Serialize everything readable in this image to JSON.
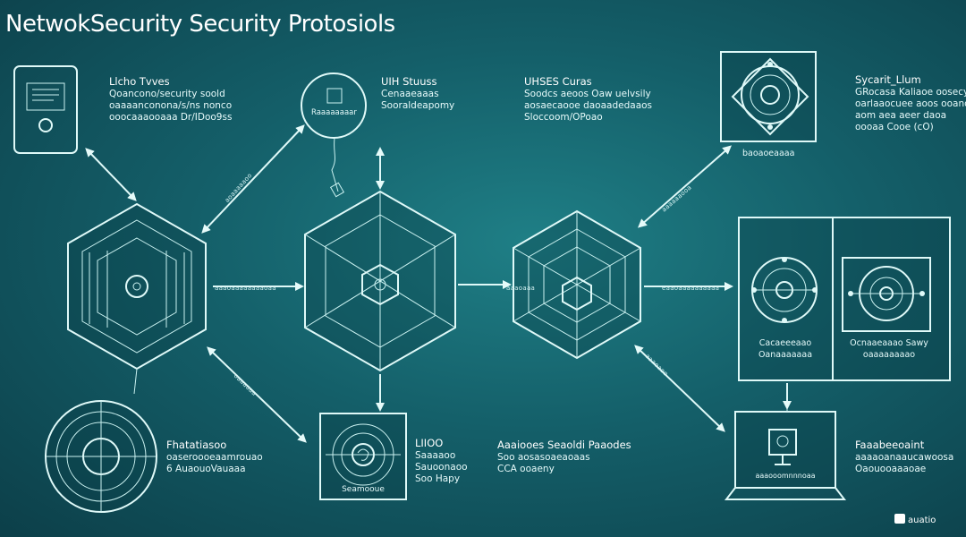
{
  "title": "NetwokSecurity Security Protosiols",
  "colors": {
    "background": "#145f69",
    "stroke": "#dff9f8",
    "text": "#e6fafa"
  },
  "blocks": [
    {
      "id": "top-left",
      "heading": "Llcho Tvves",
      "lines": [
        "Qoancono/security soold",
        "oaaaanconona/s/ns nonco",
        "ooocaaaooaaa Dr/IDoo9ss"
      ]
    },
    {
      "id": "top-center",
      "heading": "UIH Stuuss",
      "lines": [
        "Cenaaeaaas",
        "Sooraldeapomy"
      ]
    },
    {
      "id": "top-right",
      "heading": "UHSES Curas",
      "lines": [
        "Soodcs aeoos Oaw uelvsily",
        "aosaecaooe daoaadedaaos",
        "Sloccoom/OPoao"
      ]
    },
    {
      "id": "far-right",
      "heading": "Sycarit_Llum",
      "lines": [
        "GRocasa Kaliaoe oosecy",
        "oarlaaocuee aoos ooanodo",
        "aom aea aeer daoa",
        "oooaa Cooe (cO)"
      ]
    },
    {
      "id": "bottom-left",
      "heading": "Fhatatiasoo",
      "lines": [
        "oaseroooeaamrouao",
        "6 AuaouoVauaaa"
      ]
    },
    {
      "id": "bottom-center",
      "heading": "LIIOO",
      "lines": [
        "Saaaaoo",
        "Sauoonaoo",
        "Soo Hapy"
      ]
    },
    {
      "id": "bottom-center-right",
      "heading": "Aaaiooes Seaoldi Paaodes",
      "lines": [
        "Soo aosasoaeaoaas",
        "CCA ooaeny"
      ]
    },
    {
      "id": "bottom-right",
      "heading": "Faaabeeoaint",
      "lines": [
        "aaaaoanaaucawoosa",
        "Oaouooaaaoae"
      ]
    }
  ],
  "labels": {
    "bubble": "Raaaaaaaar",
    "top_right_panel": "baoaoeaaaa",
    "split_left": [
      "Cacaeeeaao",
      "Oanaaaaaaa"
    ],
    "split_right": [
      "Ocnaaeaaao Sawy",
      "oaaaaaaaao"
    ],
    "bottom_screen": "Seamooue",
    "laptop_screen": "aaaooomnnnoaa",
    "arrow_labels": [
      "aaaoaaaaaaaaoaa",
      "aaaoaaa",
      "eaaoaaaaaaaaaa",
      "aoaaaaaoo",
      "aaaaaaooa",
      "oaaaaaa",
      "aaaoaoo"
    ]
  },
  "logo": "auatio"
}
